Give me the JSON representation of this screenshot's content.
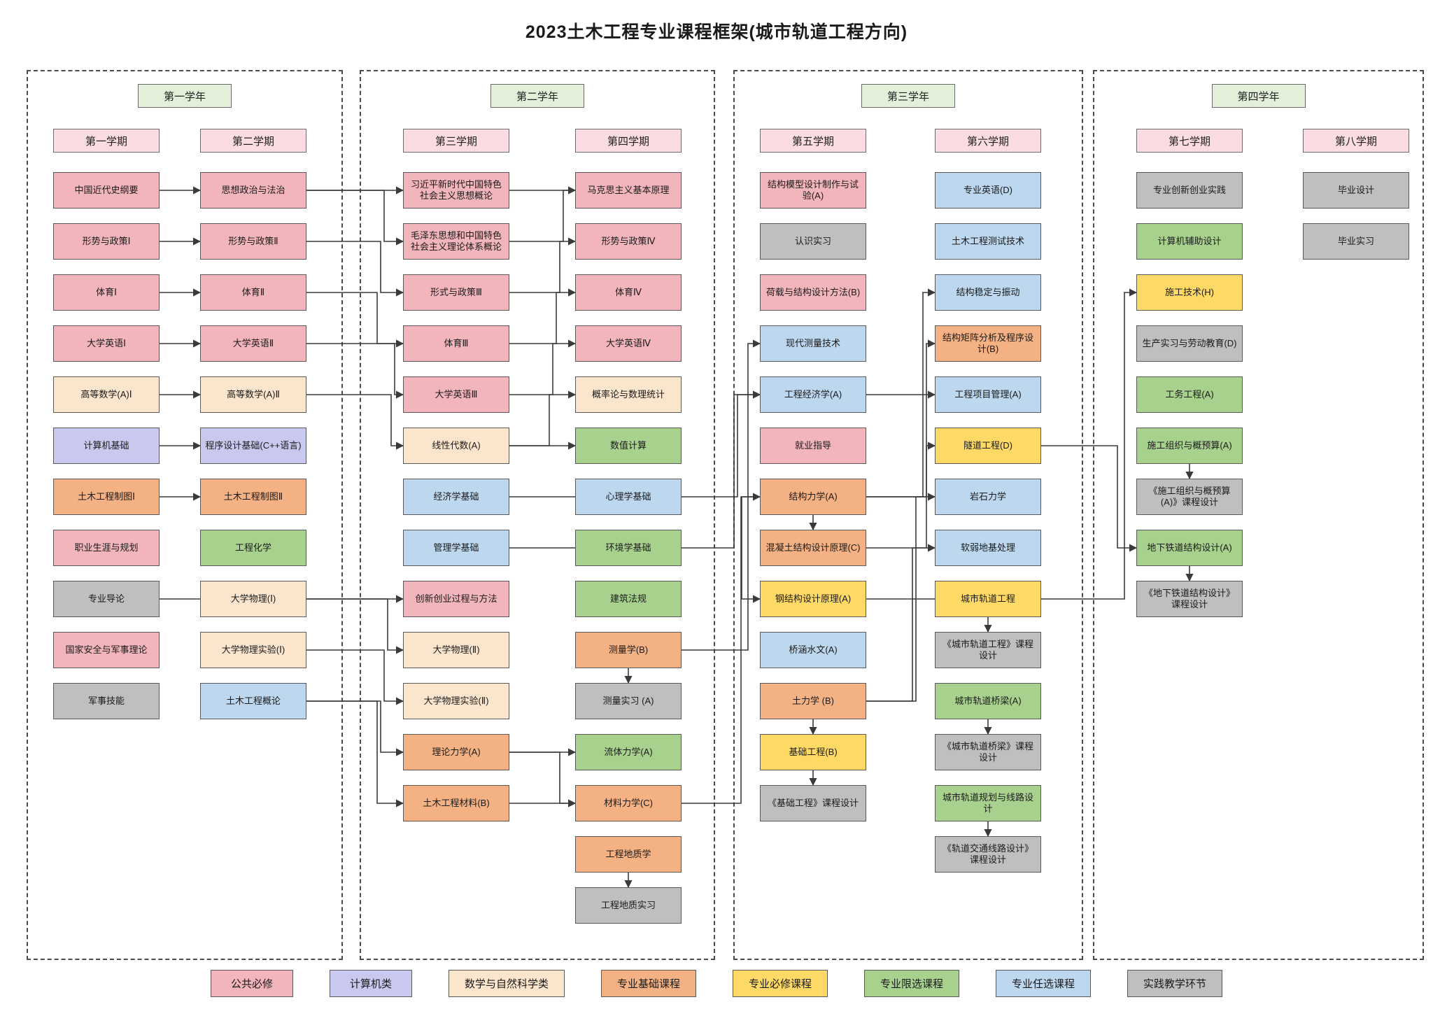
{
  "title": "2023土木工程专业课程框架(城市轨道工程方向)",
  "colors": {
    "public": "#F2B5BC",
    "computer": "#C9C9F0",
    "mathsci": "#FBE5CD",
    "probase": "#F4B183",
    "promust": "#FFD966",
    "prolimit": "#A9D18E",
    "proelect": "#BDD7EE",
    "practice": "#BFBFBF",
    "year_header": "#E2F0D9",
    "semester_header": "#FADCE2",
    "edge": "#3a3a3a"
  },
  "years": [
    {
      "label": "第一学年",
      "semesters": [
        {
          "label": "第一学期",
          "courses": [
            {
              "id": "jindaishi",
              "label": "中国近代史纲要",
              "type": "public"
            },
            {
              "id": "xingshi1",
              "label": "形势与政策Ⅰ",
              "type": "public"
            },
            {
              "id": "tiyu1",
              "label": "体育Ⅰ",
              "type": "public"
            },
            {
              "id": "yingyu1",
              "label": "大学英语Ⅰ",
              "type": "public"
            },
            {
              "id": "gaoshu1",
              "label": "高等数学(A)Ⅰ",
              "type": "mathsci"
            },
            {
              "id": "jisuanjijichu",
              "label": "计算机基础",
              "type": "computer"
            },
            {
              "id": "zhitu1",
              "label": "土木工程制图Ⅰ",
              "type": "probase"
            },
            {
              "id": "zhiyeshengya",
              "label": "职业生涯与规划",
              "type": "public"
            },
            {
              "id": "zhuanyedaolun",
              "label": "专业导论",
              "type": "practice"
            },
            {
              "id": "guojiaanquan",
              "label": "国家安全与军事理论",
              "type": "public"
            },
            {
              "id": "junshijineng",
              "label": "军事技能",
              "type": "practice"
            }
          ]
        },
        {
          "label": "第二学期",
          "courses": [
            {
              "id": "sixiangzhengzhi",
              "label": "思想政治与法治",
              "type": "public"
            },
            {
              "id": "xingshi2",
              "label": "形势与政策Ⅱ",
              "type": "public"
            },
            {
              "id": "tiyu2",
              "label": "体育Ⅱ",
              "type": "public"
            },
            {
              "id": "yingyu2",
              "label": "大学英语Ⅱ",
              "type": "public"
            },
            {
              "id": "gaoshu2",
              "label": "高等数学(A)Ⅱ",
              "type": "mathsci"
            },
            {
              "id": "chengxusheji",
              "label": "程序设计基础(C++语言)",
              "type": "computer"
            },
            {
              "id": "zhitu2",
              "label": "土木工程制图Ⅱ",
              "type": "probase"
            },
            {
              "id": "gongchenghuaxue",
              "label": "工程化学",
              "type": "prolimit"
            },
            {
              "id": "daxuewuli1",
              "label": "大学物理(Ⅰ)",
              "type": "mathsci"
            },
            {
              "id": "wulishiyan1",
              "label": "大学物理实验(Ⅰ)",
              "type": "mathsci"
            },
            {
              "id": "tumugailun",
              "label": "土木工程概论",
              "type": "proelect"
            }
          ]
        }
      ]
    },
    {
      "label": "第二学年",
      "semesters": [
        {
          "label": "第三学期",
          "courses": [
            {
              "id": "xijinping",
              "label": "习近平新时代中国特色社会主义思想概论",
              "type": "public"
            },
            {
              "id": "maozedong",
              "label": "毛泽东思想和中国特色社会主义理论体系概论",
              "type": "public"
            },
            {
              "id": "xingshi3",
              "label": "形式与政策Ⅲ",
              "type": "public"
            },
            {
              "id": "tiyu3",
              "label": "体育Ⅲ",
              "type": "public"
            },
            {
              "id": "yingyu3",
              "label": "大学英语Ⅲ",
              "type": "public"
            },
            {
              "id": "xianxingdaishu",
              "label": "线性代数(A)",
              "type": "mathsci"
            },
            {
              "id": "jingjixuejichu",
              "label": "经济学基础",
              "type": "proelect"
            },
            {
              "id": "guanlixuejichu",
              "label": "管理学基础",
              "type": "proelect"
            },
            {
              "id": "chuangxinchuangye",
              "label": "创新创业过程与方法",
              "type": "public"
            },
            {
              "id": "daxuewuli2",
              "label": "大学物理(Ⅱ)",
              "type": "mathsci"
            },
            {
              "id": "wulishiyan2",
              "label": "大学物理实验(Ⅱ)",
              "type": "mathsci"
            },
            {
              "id": "lilunlixue",
              "label": "理论力学(A)",
              "type": "probase"
            },
            {
              "id": "tumucailiao",
              "label": "土木工程材料(B)",
              "type": "probase"
            }
          ]
        },
        {
          "label": "第四学期",
          "courses": [
            {
              "id": "makesizhuyi",
              "label": "马克思主义基本原理",
              "type": "public"
            },
            {
              "id": "xingshi4",
              "label": "形势与政策Ⅳ",
              "type": "public"
            },
            {
              "id": "tiyu4",
              "label": "体育Ⅳ",
              "type": "public"
            },
            {
              "id": "yingyu4",
              "label": "大学英语Ⅳ",
              "type": "public"
            },
            {
              "id": "gailvlun",
              "label": "概率论与数理统计",
              "type": "mathsci"
            },
            {
              "id": "shuzhijisuan",
              "label": "数值计算",
              "type": "prolimit"
            },
            {
              "id": "xinlixuejichu",
              "label": "心理学基础",
              "type": "proelect"
            },
            {
              "id": "huanjingxuejichu",
              "label": "环境学基础",
              "type": "prolimit"
            },
            {
              "id": "jianzhufagui",
              "label": "建筑法规",
              "type": "prolimit"
            },
            {
              "id": "celiangxue",
              "label": "测量学(B)",
              "type": "probase"
            },
            {
              "id": "celiangshixi",
              "label": "测量实习 (A)",
              "type": "practice"
            },
            {
              "id": "liutilixue",
              "label": "流体力学(A)",
              "type": "prolimit"
            },
            {
              "id": "caililixue",
              "label": "材料力学(C)",
              "type": "probase"
            },
            {
              "id": "gongchengdizhixue",
              "label": "工程地质学",
              "type": "probase"
            },
            {
              "id": "dizhishixi",
              "label": "工程地质实习",
              "type": "practice"
            }
          ]
        }
      ]
    },
    {
      "label": "第三学年",
      "semesters": [
        {
          "label": "第五学期",
          "courses": [
            {
              "id": "jiegoumoxing",
              "label": "结构模型设计制作与试验(A)",
              "type": "public"
            },
            {
              "id": "renshishixi",
              "label": "认识实习",
              "type": "practice"
            },
            {
              "id": "hezaisheji",
              "label": "荷载与结构设计方法(B)",
              "type": "public"
            },
            {
              "id": "xiandaiceliang",
              "label": "现代测量技术",
              "type": "proelect"
            },
            {
              "id": "gongchengjingjixue",
              "label": "工程经济学(A)",
              "type": "proelect"
            },
            {
              "id": "jiuyezhidao",
              "label": "就业指导",
              "type": "public"
            },
            {
              "id": "jiegoulixue",
              "label": "结构力学(A)",
              "type": "probase"
            },
            {
              "id": "hunningtu",
              "label": "混凝土结构设计原理(C)",
              "type": "probase"
            },
            {
              "id": "gangjiegou",
              "label": "钢结构设计原理(A)",
              "type": "promust"
            },
            {
              "id": "qiaohanshuiwen",
              "label": "桥涵水文(A)",
              "type": "proelect"
            },
            {
              "id": "tulixue",
              "label": "土力学 (B)",
              "type": "probase"
            },
            {
              "id": "jichugongcheng",
              "label": "基础工程(B)",
              "type": "promust"
            },
            {
              "id": "jichukcsj",
              "label": "《基础工程》课程设计",
              "type": "practice"
            }
          ]
        },
        {
          "label": "第六学期",
          "courses": [
            {
              "id": "zhuanyeyingyu",
              "label": "专业英语(D)",
              "type": "proelect"
            },
            {
              "id": "ceshijishu",
              "label": "土木工程测试技术",
              "type": "proelect"
            },
            {
              "id": "jiegouwending",
              "label": "结构稳定与振动",
              "type": "proelect"
            },
            {
              "id": "jiegoujuzhen",
              "label": "结构矩阵分析及程序设计(B)",
              "type": "probase"
            },
            {
              "id": "xiangmuguanli",
              "label": "工程项目管理(A)",
              "type": "proelect"
            },
            {
              "id": "suidaogongcheng",
              "label": "隧道工程(D)",
              "type": "promust"
            },
            {
              "id": "yanshilixue",
              "label": "岩石力学",
              "type": "proelect"
            },
            {
              "id": "ruanruodiji",
              "label": "软弱地基处理",
              "type": "proelect"
            },
            {
              "id": "chengshiguidao",
              "label": "城市轨道工程",
              "type": "promust"
            },
            {
              "id": "guidaokcsj",
              "label": "《城市轨道工程》课程设计",
              "type": "practice"
            },
            {
              "id": "guidaoqiaoliang",
              "label": "城市轨道桥梁(A)",
              "type": "prolimit"
            },
            {
              "id": "qiaoliangkcsj",
              "label": "《城市轨道桥梁》课程设计",
              "type": "practice"
            },
            {
              "id": "guidaoguihua",
              "label": "城市轨道规划与线路设计",
              "type": "prolimit"
            },
            {
              "id": "xianlukcsj",
              "label": "《轨道交通线路设计》课程设计",
              "type": "practice"
            }
          ]
        }
      ]
    },
    {
      "label": "第四学年",
      "semesters": [
        {
          "label": "第七学期",
          "courses": [
            {
              "id": "chuangyeshijian",
              "label": "专业创新创业实践",
              "type": "practice"
            },
            {
              "id": "jisuanjifuzhu",
              "label": "计算机辅助设计",
              "type": "prolimit"
            },
            {
              "id": "shigongjishu",
              "label": "施工技术(H)",
              "type": "promust"
            },
            {
              "id": "shengchanshixi",
              "label": "生产实习与劳动教育(D)",
              "type": "practice"
            },
            {
              "id": "gongwugongcheng",
              "label": "工务工程(A)",
              "type": "prolimit"
            },
            {
              "id": "shigongzuzhi",
              "label": "施工组织与概预算(A)",
              "type": "prolimit"
            },
            {
              "id": "shigongzuzhikcsj",
              "label": "《施工组织与概预算(A)》课程设计",
              "type": "practice"
            },
            {
              "id": "ditiejiegou",
              "label": "地下铁道结构设计(A)",
              "type": "prolimit"
            },
            {
              "id": "ditiekcsj",
              "label": "《地下铁道结构设计》课程设计",
              "type": "practice"
            }
          ]
        },
        {
          "label": "第八学期",
          "courses": [
            {
              "id": "biyesheji",
              "label": "毕业设计",
              "type": "practice"
            },
            {
              "id": "biyeshixi",
              "label": "毕业实习",
              "type": "practice"
            }
          ]
        }
      ]
    }
  ],
  "legend": [
    {
      "label": "公共必修",
      "type": "public"
    },
    {
      "label": "计算机类",
      "type": "computer"
    },
    {
      "label": "数学与自然科学类",
      "type": "mathsci"
    },
    {
      "label": "专业基础课程",
      "type": "probase"
    },
    {
      "label": "专业必修课程",
      "type": "promust"
    },
    {
      "label": "专业限选课程",
      "type": "prolimit"
    },
    {
      "label": "专业任选课程",
      "type": "proelect"
    },
    {
      "label": "实践教学环节",
      "type": "practice"
    }
  ],
  "edges": [
    [
      "jindaishi",
      "sixiangzhengzhi"
    ],
    [
      "xingshi1",
      "xingshi2"
    ],
    [
      "tiyu1",
      "tiyu2"
    ],
    [
      "yingyu1",
      "yingyu2"
    ],
    [
      "gaoshu1",
      "gaoshu2"
    ],
    [
      "jisuanjijichu",
      "chengxusheji"
    ],
    [
      "zhitu1",
      "zhitu2"
    ],
    [
      "zhuanyedaolun",
      "chuangxinchuangye"
    ],
    [
      "sixiangzhengzhi",
      "xijinping"
    ],
    [
      "sixiangzhengzhi",
      "maozedong"
    ],
    [
      "xingshi2",
      "xingshi3"
    ],
    [
      "tiyu2",
      "tiyu3"
    ],
    [
      "yingyu2",
      "yingyu3"
    ],
    [
      "gaoshu2",
      "xianxingdaishu"
    ],
    [
      "daxuewuli1",
      "daxuewuli2"
    ],
    [
      "wulishiyan1",
      "wulishiyan2"
    ],
    [
      "tumugailun",
      "lilunlixue"
    ],
    [
      "tumugailun",
      "tumucailiao"
    ],
    [
      "xijinping",
      "makesizhuyi"
    ],
    [
      "maozedong",
      "makesizhuyi"
    ],
    [
      "xingshi3",
      "xingshi4"
    ],
    [
      "tiyu3",
      "tiyu4"
    ],
    [
      "yingyu3",
      "yingyu4"
    ],
    [
      "xianxingdaishu",
      "gailvlun"
    ],
    [
      "xianxingdaishu",
      "shuzhijisuan"
    ],
    [
      "lilunlixue",
      "liutilixue"
    ],
    [
      "lilunlixue",
      "caililixue"
    ],
    [
      "tumucailiao",
      "caililixue"
    ],
    [
      "jingjixuejichu",
      "gongchengjingjixue"
    ],
    [
      "guanlixuejichu",
      "gongchengjingjixue"
    ],
    [
      "celiangxue",
      "celiangshixi"
    ],
    [
      "celiangxue",
      "xiandaiceliang"
    ],
    [
      "gongchengdizhixue",
      "dizhishixi"
    ],
    [
      "caililixue",
      "jiegoulixue"
    ],
    [
      "jiegoulixue",
      "hunningtu"
    ],
    [
      "jiegoulixue",
      "gangjiegou"
    ],
    [
      "jiegoulixue",
      "jiegoujuzhen"
    ],
    [
      "jiegoulixue",
      "jiegouwending"
    ],
    [
      "tulixue",
      "jichugongcheng"
    ],
    [
      "tulixue",
      "yanshilixue"
    ],
    [
      "tulixue",
      "ruanruodiji"
    ],
    [
      "jichugongcheng",
      "jichukcsj"
    ],
    [
      "hunningtu",
      "suidaogongcheng"
    ],
    [
      "gangjiegou",
      "shigongjishu"
    ],
    [
      "gongchengjingjixue",
      "xiangmuguanli"
    ],
    [
      "suidaogongcheng",
      "ditiejiegou"
    ],
    [
      "chengshiguidao",
      "guidaokcsj"
    ],
    [
      "guidaoqiaoliang",
      "qiaoliangkcsj"
    ],
    [
      "guidaoguihua",
      "xianlukcsj"
    ],
    [
      "shigongzuzhi",
      "shigongzuzhikcsj"
    ],
    [
      "ditiejiegou",
      "ditiekcsj"
    ]
  ]
}
